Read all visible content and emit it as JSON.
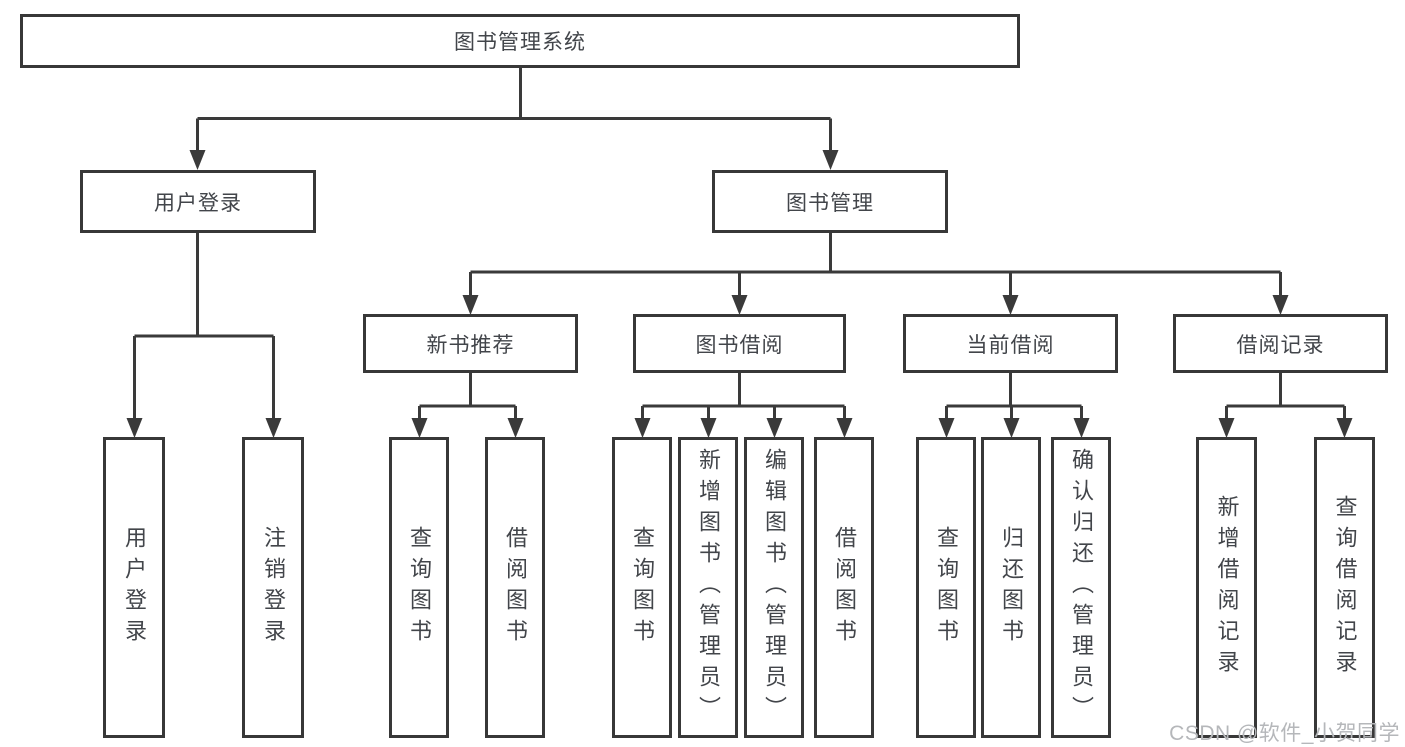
{
  "diagram": {
    "title": "图书管理系统",
    "colors": {
      "line": "#3a3a3a",
      "box_border": "#383838",
      "text": "#42454a",
      "watermark": "#b5b7ba"
    },
    "tree": {
      "label": "图书管理系统",
      "children": [
        {
          "label": "用户登录",
          "children": [
            {
              "label": "用户登录"
            },
            {
              "label": "注销登录"
            }
          ]
        },
        {
          "label": "图书管理",
          "children": [
            {
              "label": "新书推荐",
              "children": [
                {
                  "label": "查询图书"
                },
                {
                  "label": "借阅图书"
                }
              ]
            },
            {
              "label": "图书借阅",
              "children": [
                {
                  "label": "查询图书"
                },
                {
                  "label": "新增图书（管理员）"
                },
                {
                  "label": "编辑图书（管理员）"
                },
                {
                  "label": "借阅图书"
                }
              ]
            },
            {
              "label": "当前借阅",
              "children": [
                {
                  "label": "查询图书"
                },
                {
                  "label": "归还图书"
                },
                {
                  "label": "确认归还（管理员）"
                }
              ]
            },
            {
              "label": "借阅记录",
              "children": [
                {
                  "label": "新增借阅记录"
                },
                {
                  "label": "查询借阅记录"
                }
              ]
            }
          ]
        }
      ]
    }
  },
  "watermark": {
    "text": "CSDN @软件_小贺同学"
  }
}
